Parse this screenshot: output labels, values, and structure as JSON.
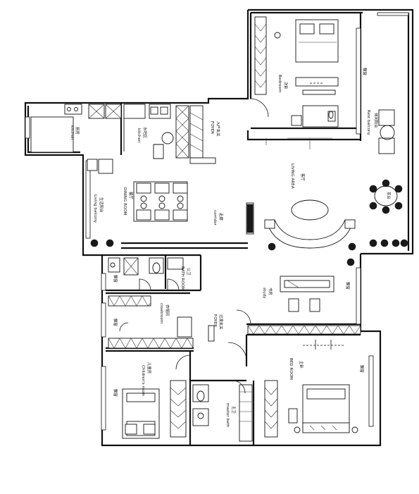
{
  "rooms": {
    "bedroom": {
      "cn": "次卧",
      "en": "Bedroom"
    },
    "rest_balcony": {
      "cn": "休闲阳台",
      "en": "Rest balcony"
    },
    "kitchen": {
      "cn": "厨房",
      "en": "kitchen"
    },
    "bar": {
      "cn": "水吧区",
      "en": "kitchen"
    },
    "foyer_top": {
      "cn": "入户玄关",
      "en": "FOYER"
    },
    "living": {
      "cn": "客厅",
      "en": "LIVING AREA"
    },
    "dining": {
      "cn": "餐厅",
      "en": "DINING ROOM"
    },
    "living_balcony": {
      "cn": "生活阳台",
      "en": "Living balcony"
    },
    "corridor": {
      "cn": "走廊",
      "en": "corridor"
    },
    "teatable": {
      "cn": "茶台"
    },
    "bath": {
      "cn": "公卫",
      "en": "BATH ROOM"
    },
    "study": {
      "cn": "书房",
      "en": "study"
    },
    "cloakroom": {
      "cn": "衣帽间",
      "en": "cloakroom"
    },
    "foyer_mid": {
      "cn": "过渡玄关",
      "en": "FOYER"
    },
    "master_bed": {
      "cn": "主卧",
      "en": "BED ROOM"
    },
    "children": {
      "cn": "儿童房",
      "en": "Children's room"
    },
    "master_bath": {
      "cn": "主卫",
      "en": "master bath"
    }
  },
  "window_labels": [
    "飘窗",
    "飘窗",
    "飘窗",
    "飘窗",
    "飘窗",
    "飘窗"
  ]
}
